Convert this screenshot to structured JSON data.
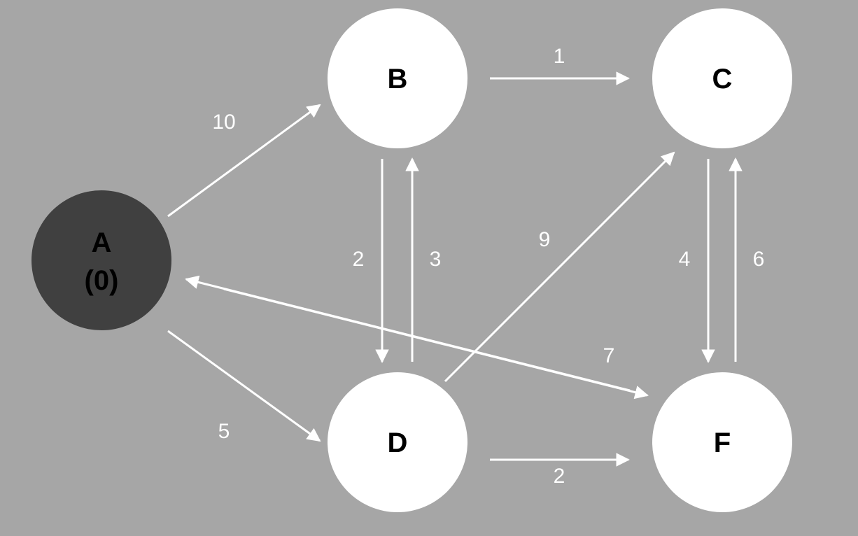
{
  "colors": {
    "background": "#a6a6a6",
    "node_fill": "#ffffff",
    "node_start_fill": "#404040",
    "node_text": "#000000",
    "node_start_text": "#000000",
    "edge_color": "#ffffff",
    "edge_label_color": "#ffffff"
  },
  "nodes": [
    {
      "id": "A",
      "label": "A",
      "sublabel": "(0)",
      "start": true
    },
    {
      "id": "B",
      "label": "B",
      "sublabel": "",
      "start": false
    },
    {
      "id": "C",
      "label": "C",
      "sublabel": "",
      "start": false
    },
    {
      "id": "D",
      "label": "D",
      "sublabel": "",
      "start": false
    },
    {
      "id": "F",
      "label": "F",
      "sublabel": "",
      "start": false
    }
  ],
  "edges": [
    {
      "from": "A",
      "to": "B",
      "weight": "10"
    },
    {
      "from": "A",
      "to": "D",
      "weight": "5"
    },
    {
      "from": "B",
      "to": "C",
      "weight": "1"
    },
    {
      "from": "B",
      "to": "D",
      "weight": "2"
    },
    {
      "from": "D",
      "to": "B",
      "weight": "3"
    },
    {
      "from": "D",
      "to": "C",
      "weight": "9"
    },
    {
      "from": "C",
      "to": "F",
      "weight": "4"
    },
    {
      "from": "F",
      "to": "C",
      "weight": "6"
    },
    {
      "from": "F",
      "to": "A",
      "weight": "7"
    },
    {
      "from": "A",
      "to": "F",
      "weight": ""
    },
    {
      "from": "D",
      "to": "F",
      "weight": "2"
    }
  ]
}
